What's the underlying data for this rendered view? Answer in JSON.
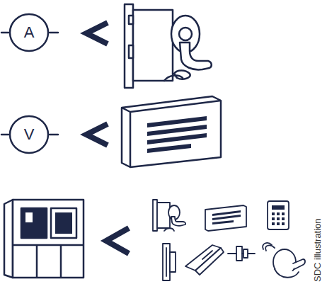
{
  "diagram": {
    "nodes": [
      {
        "text": [
          "A"
        ]
      },
      {
        "text": [
          "V"
        ]
      }
    ],
    "labels": [
      "SDC illustration"
    ]
  }
}
